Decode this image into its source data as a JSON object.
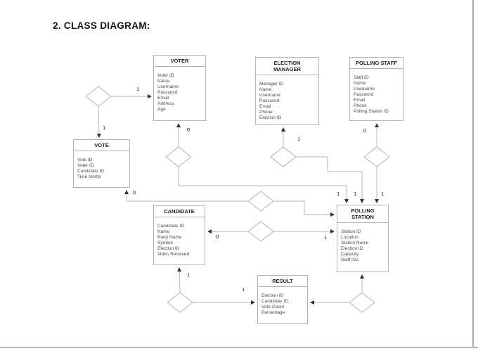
{
  "page": {
    "heading": "2. CLASS DIAGRAM:"
  },
  "colors": {
    "box_border": "#b3b3b3",
    "connector_line": "#b3b3b3",
    "arrowhead": "#2e2e2e",
    "title_text": "#222222",
    "attribute_text": "#4a4a4a",
    "page_edge": "#a8a8a8"
  },
  "entities": {
    "voter": {
      "title": "VOTER",
      "attributes": [
        "Voter ID",
        "Name",
        "Username",
        "Password",
        "Email",
        "Address",
        "Age"
      ]
    },
    "election_manager": {
      "title": "ELECTION MANAGER",
      "attributes": [
        "Manager ID",
        "Name",
        "Username",
        "Password",
        "Email",
        "Phone",
        "Election ID"
      ]
    },
    "polling_staff": {
      "title": "POLLING STAFF",
      "attributes": [
        "Staff ID",
        "Name",
        "Username",
        "Password",
        "Email",
        "Phone",
        "Polling Station ID"
      ]
    },
    "vote": {
      "title": "VOTE",
      "attributes": [
        "Vote ID",
        "Voter ID",
        "Candidate ID",
        "Time stamp"
      ]
    },
    "candidate": {
      "title": "CANDIDATE",
      "attributes": [
        "Candidate ID",
        "Name",
        "Party Name",
        "Symbol",
        "Election ID",
        "Votes Received"
      ]
    },
    "polling_station": {
      "title": "POLLING STATION",
      "attributes": [
        "Station ID",
        "Location",
        "Station Name",
        "Election ID",
        "Capacity",
        "Staff IDs"
      ]
    },
    "result": {
      "title": "RESULT",
      "attributes": [
        "Election ID",
        "Candidate ID",
        "Vote Count",
        "Percentage"
      ]
    }
  },
  "cardinalities": {
    "voter_vote_voter_end": "1",
    "voter_vote_vote_end": "1",
    "voter_station_voter_end": "0",
    "voter_station_station_end": "1",
    "manager_station_manager_end": "1",
    "manager_station_station_end": "1",
    "staff_station_staff_end": "0",
    "staff_station_station_end": "1",
    "vote_station_vote_end": "0",
    "candidate_station_candidate_end": "0",
    "candidate_station_station_end": "1",
    "candidate_result_candidate_end": "1",
    "candidate_result_result_end": "1"
  }
}
